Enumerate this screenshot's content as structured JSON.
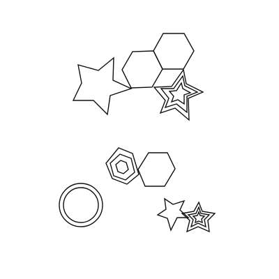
{
  "scene": {
    "background": "#ffffff",
    "stroke_color": "#111111",
    "shapes": [
      {
        "kind": "star",
        "nested_outlines": 1
      },
      {
        "kind": "hexagon",
        "nested_outlines": 1
      },
      {
        "kind": "hexagon",
        "nested_outlines": 1
      },
      {
        "kind": "star",
        "nested_outlines": 3
      },
      {
        "kind": "hexagon",
        "nested_outlines": 3
      },
      {
        "kind": "hexagon",
        "nested_outlines": 1
      },
      {
        "kind": "circle",
        "nested_outlines": 2
      },
      {
        "kind": "star",
        "nested_outlines": 1
      },
      {
        "kind": "star",
        "nested_outlines": 3
      }
    ]
  }
}
